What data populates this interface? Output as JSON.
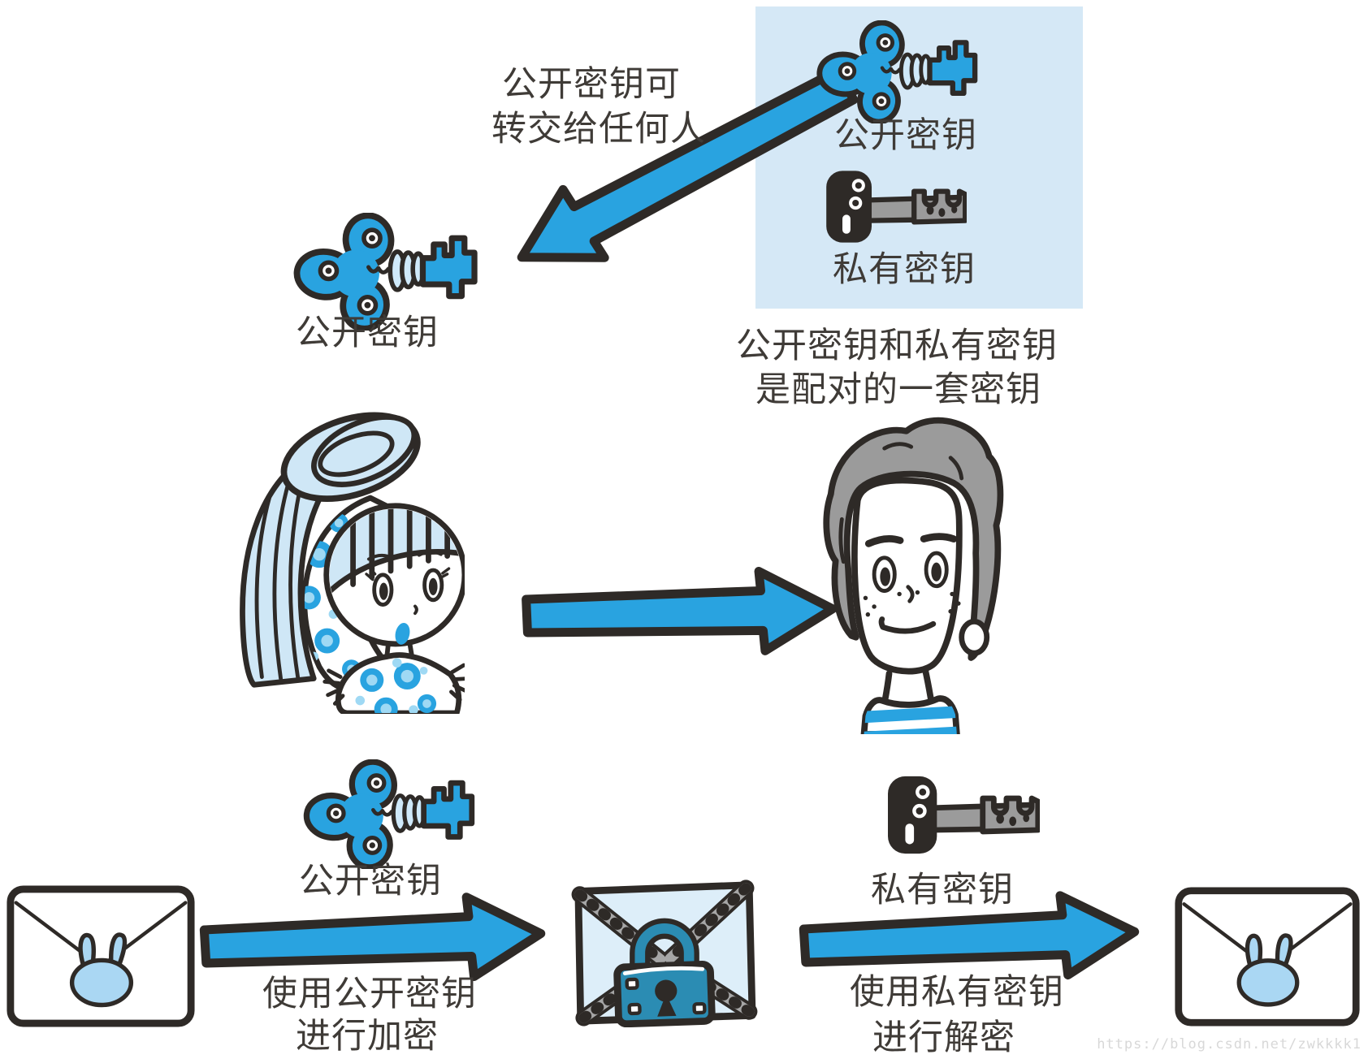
{
  "colors": {
    "accent_blue": "#29a3e0",
    "outline": "#2e2a27",
    "highlight_box": "#d5e8f6",
    "light_blue": "#cfe7f6",
    "hair_gray": "#9b9b9b",
    "padlock_teal": "#2b8cb3",
    "watermark_gray": "#d8d8d8"
  },
  "key_pair_box": {
    "public_key_label": "公开密钥",
    "private_key_label": "私有密钥",
    "pair_note_line1": "公开密钥和私有密钥",
    "pair_note_line2": "是配对的一套密钥"
  },
  "transfer_note": {
    "line1": "公开密钥可",
    "line2": "转交给任何人"
  },
  "received_public_key_label": "公开密钥",
  "encrypt_flow": {
    "key_label": "公开密钥",
    "caption_line1": "使用公开密钥",
    "caption_line2": "进行加密"
  },
  "decrypt_flow": {
    "key_label": "私有密钥",
    "caption_line1": "使用私有密钥",
    "caption_line2": "进行解密"
  },
  "watermark": "https://blog.csdn.net/zwkkkk1",
  "icons": {
    "public_key_icon": "blue-clover-key",
    "private_key_icon": "black-gray-key",
    "sender_icon": "girl-character",
    "receiver_icon": "boy-character",
    "plain_letter_icon": "envelope-with-bunny-seal",
    "encrypted_letter_icon": "envelope-with-padlock",
    "flow_arrow_icon": "thick-blue-arrow"
  }
}
